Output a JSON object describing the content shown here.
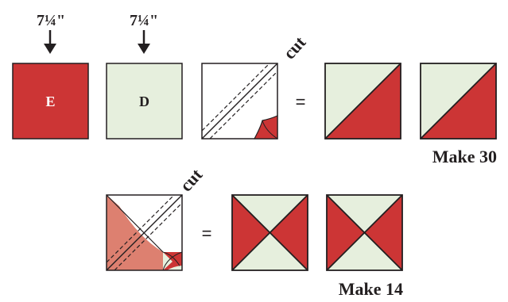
{
  "colors": {
    "red": "#cc3535",
    "light_green": "#e6efdd",
    "salmon": "#dd8070",
    "outline": "#231f20",
    "white": "#ffffff"
  },
  "row1": {
    "dimension_e": "7¼\"",
    "dimension_d": "7¼\"",
    "square_e_label": "E",
    "square_d_label": "D",
    "cut_label": "cut",
    "equals": "=",
    "make_label": "Make 30"
  },
  "row2": {
    "cut_label": "cut",
    "equals": "=",
    "make_label": "Make 14"
  }
}
